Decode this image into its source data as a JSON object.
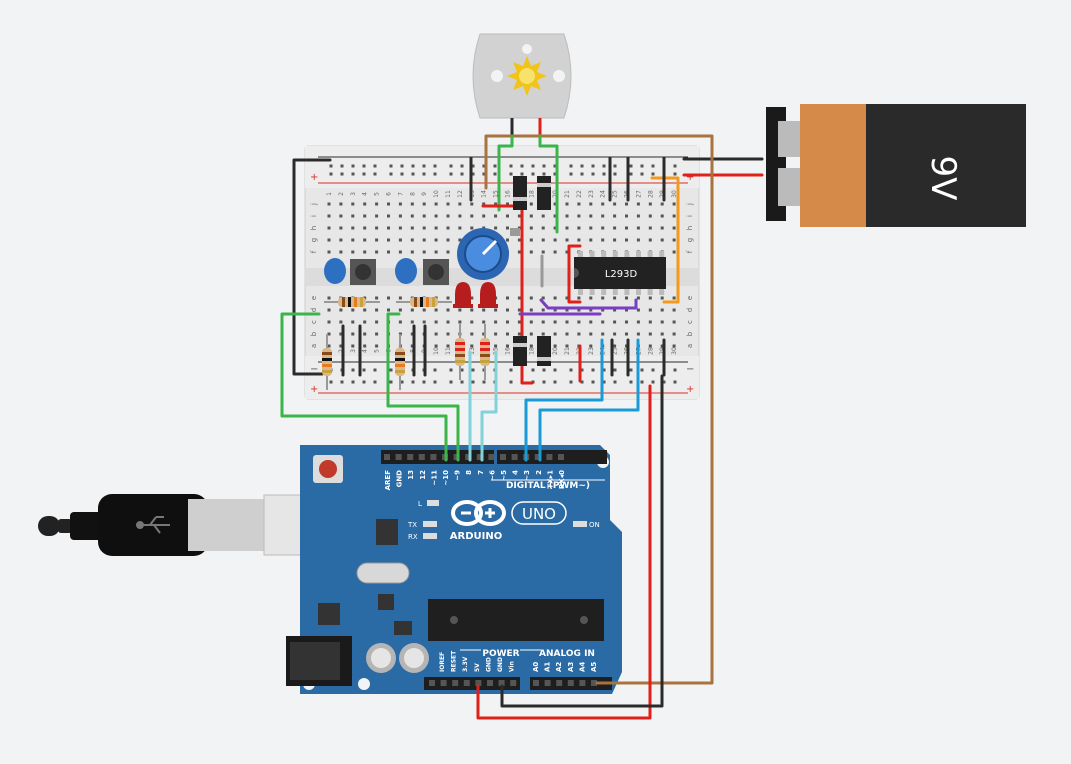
{
  "battery": {
    "label": "9V"
  },
  "driver_ic": {
    "label": "L293D"
  },
  "arduino": {
    "brand": "ARDUINO",
    "model": "UNO",
    "header_digital": "DIGITAL (PWM~)",
    "header_power": "POWER",
    "header_analog": "ANALOG IN",
    "digital_pins": [
      "AREF",
      "GND",
      "13",
      "12",
      "~11",
      "~10",
      "~9",
      "8",
      "7",
      "~6",
      "~5",
      "4",
      "~3",
      "2",
      "TX▸1",
      "RX◂0"
    ],
    "power_pins": [
      "IOREF",
      "RESET",
      "3.3V",
      "5V",
      "GND",
      "GND",
      "Vin"
    ],
    "analog_pins": [
      "A0",
      "A1",
      "A2",
      "A3",
      "A4",
      "A5"
    ],
    "led_l": "L",
    "led_tx": "TX",
    "led_rx": "RX",
    "led_on": "ON"
  },
  "breadboard": {
    "row_letters_top": [
      "j",
      "i",
      "h",
      "g",
      "f"
    ],
    "row_letters_bottom": [
      "e",
      "d",
      "c",
      "b",
      "a"
    ],
    "column_numbers": [
      "1",
      "2",
      "3",
      "4",
      "5",
      "6",
      "7",
      "8",
      "9",
      "10",
      "11",
      "12",
      "13",
      "14",
      "15",
      "16",
      "17",
      "18",
      "19",
      "20",
      "21",
      "22",
      "23",
      "24",
      "25",
      "26",
      "27",
      "28",
      "29",
      "30"
    ],
    "rail_plus": "+",
    "rail_minus": "−"
  },
  "colors": {
    "wire_red": "#e0201b",
    "wire_black": "#2b2b2b",
    "wire_green": "#3bb54a",
    "wire_blue": "#1a9bd7",
    "wire_cyan": "#7fd3d9",
    "wire_brown": "#a8733f",
    "wire_orange": "#f39a1d",
    "wire_purple": "#7a3ec2",
    "arduino_body": "#2a6aa5",
    "breadboard": "#e7e7e7"
  }
}
